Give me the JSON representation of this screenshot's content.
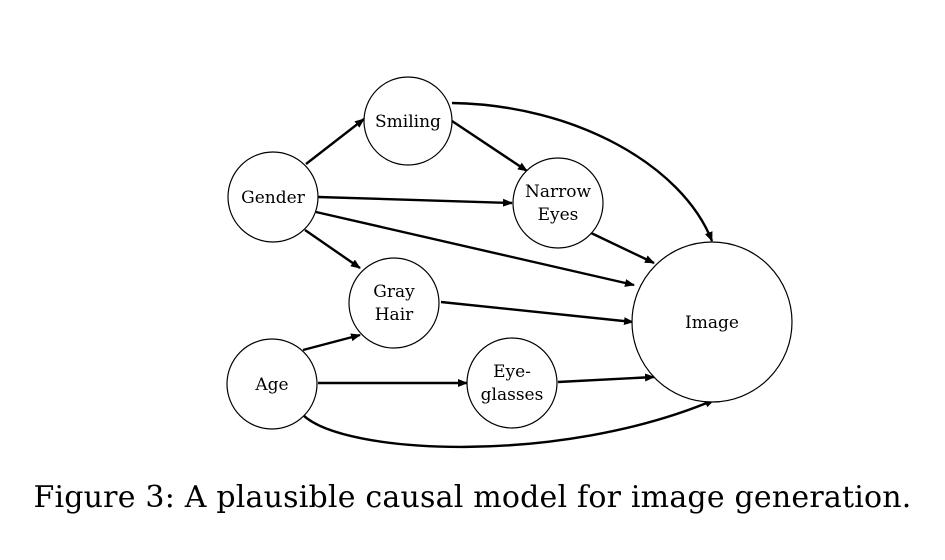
{
  "nodes": {
    "gender": {
      "lines": [
        "Gender"
      ]
    },
    "smiling": {
      "lines": [
        "Smiling"
      ]
    },
    "narrow_eyes": {
      "lines": [
        "Narrow",
        "Eyes"
      ]
    },
    "gray_hair": {
      "lines": [
        "Gray",
        "Hair"
      ]
    },
    "age": {
      "lines": [
        "Age"
      ]
    },
    "eyeglasses": {
      "lines": [
        "Eye-",
        "glasses"
      ]
    },
    "image": {
      "lines": [
        "Image"
      ]
    }
  },
  "edges": [
    {
      "from": "gender",
      "to": "smiling"
    },
    {
      "from": "gender",
      "to": "narrow_eyes"
    },
    {
      "from": "gender",
      "to": "gray_hair"
    },
    {
      "from": "gender",
      "to": "image"
    },
    {
      "from": "smiling",
      "to": "narrow_eyes"
    },
    {
      "from": "smiling",
      "to": "image"
    },
    {
      "from": "narrow_eyes",
      "to": "image"
    },
    {
      "from": "gray_hair",
      "to": "image"
    },
    {
      "from": "age",
      "to": "gray_hair"
    },
    {
      "from": "age",
      "to": "eyeglasses"
    },
    {
      "from": "age",
      "to": "image"
    },
    {
      "from": "eyeglasses",
      "to": "image"
    }
  ],
  "caption": "Figure 3: A plausible causal model for image generation."
}
